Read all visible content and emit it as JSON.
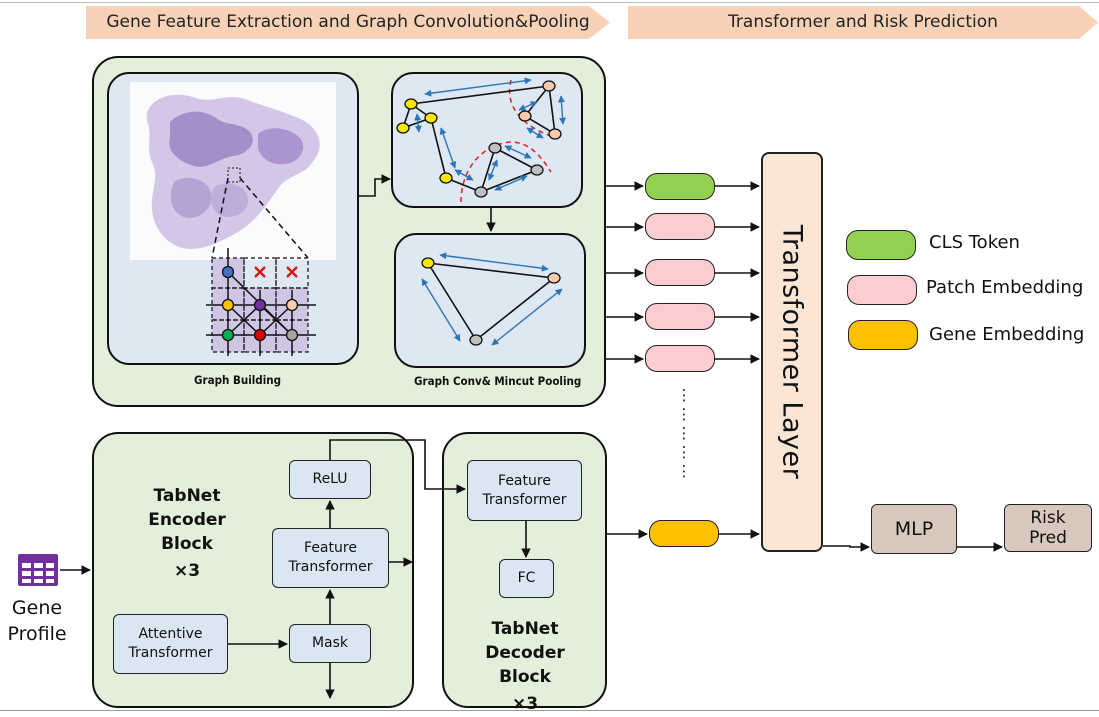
{
  "header": {
    "left_title": "Gene Feature Extraction and Graph Convolution&Pooling",
    "right_title": "Transformer and Risk Prediction"
  },
  "graph_panel": {
    "graph_building_caption": "Graph Building",
    "graph_conv_caption": "Graph Conv& Mincut Pooling"
  },
  "encoder": {
    "title_line1": "TabNet Encoder",
    "title_line2": "Block",
    "repeat": "×3",
    "relu": "ReLU",
    "feature_transformer_line1": "Feature",
    "feature_transformer_line2": "Transformer",
    "mask": "Mask",
    "attentive_line1": "Attentive",
    "attentive_line2": "Transformer"
  },
  "decoder": {
    "feature_transformer_line1": "Feature",
    "feature_transformer_line2": "Transformer",
    "fc": "FC",
    "title_line1": "TabNet Decoder",
    "title_line2": "Block",
    "repeat": "×3"
  },
  "gene_input": {
    "label_line1": "Gene",
    "label_line2": "Profile",
    "icon": "table-icon"
  },
  "tokens": {
    "ellipsis": [
      "⋮",
      "⋮",
      "⋮",
      "⋮",
      "⋮"
    ]
  },
  "transformer": {
    "label": "Transformer Layer"
  },
  "legend": {
    "items": [
      {
        "label": "CLS Token",
        "color": "#92d050"
      },
      {
        "label": "Patch Embedding",
        "color": "#fbcdd1"
      },
      {
        "label": "Gene Embedding",
        "color": "#ffc000"
      }
    ]
  },
  "output": {
    "mlp": "MLP",
    "risk_line1": "Risk",
    "risk_line2": "Pred"
  },
  "colors": {
    "panel_bg": "#e2efda",
    "inner_bg": "#dde8f3",
    "banner": "#f8d2b6",
    "transformer": "#fbe6d6",
    "mlp": "#d9c8bd",
    "cls": "#92d050",
    "patch": "#fbcdd1",
    "gene": "#ffc000",
    "edge_arrow": "#2e75b6",
    "cut_line": "#e02020"
  }
}
